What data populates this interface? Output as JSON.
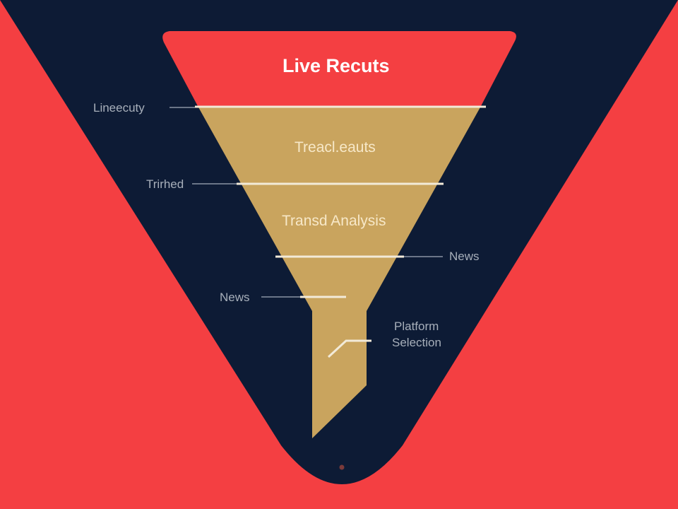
{
  "colors": {
    "background": "#f43f42",
    "panel": "#0d1b35",
    "top_stage": "#f43f42",
    "funnel_body": "#c9a45e",
    "divider": "#f2ead8",
    "side_label": "#a7afba"
  },
  "funnel": {
    "stages": [
      {
        "label": "Live Recuts"
      },
      {
        "label": "Treacl.eauts"
      },
      {
        "label": "Transd Analysis"
      }
    ]
  },
  "side_labels": {
    "left": [
      "Lineecuty",
      "Trirhed",
      "News"
    ],
    "right": [
      "News",
      "Platform",
      "Selection"
    ]
  }
}
